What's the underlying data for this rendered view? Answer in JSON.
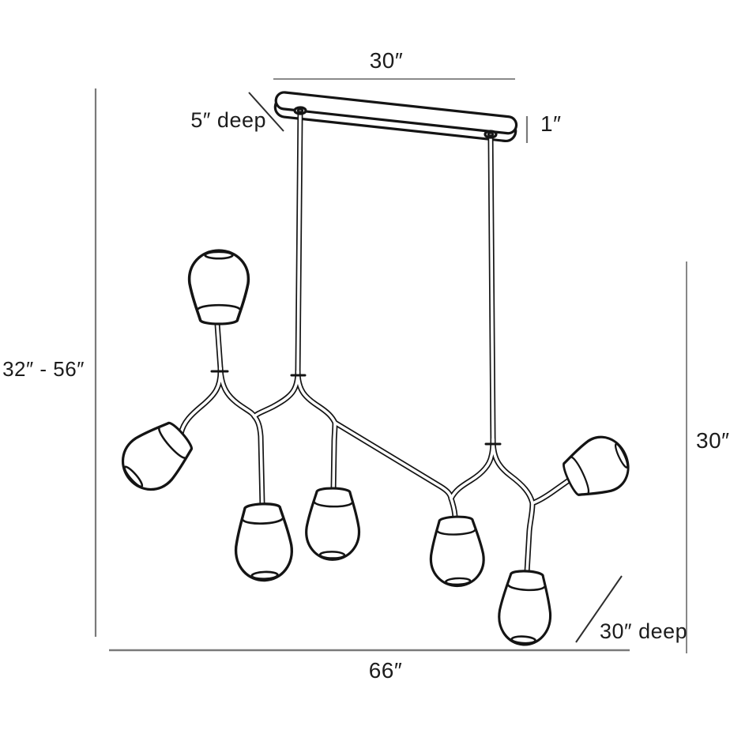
{
  "page": {
    "type": "product-dimension-diagram",
    "subject": "branching chandelier with oval canopy, two hang rods and seven teardrop glass shades"
  },
  "colors": {
    "background": "#ffffff",
    "fixture_line": "#141414",
    "dimension_line": "#7a7a7a",
    "leader_line": "#2e2e2e",
    "text": "#1c1c1c"
  },
  "dimensions": {
    "canopy_width": "30″",
    "canopy_depth": "5″ deep",
    "canopy_height": "1″",
    "overall_height_range": "32″ - 56″",
    "fixture_height": "30″",
    "fixture_depth": "30″ deep",
    "fixture_width": "66″"
  },
  "fixture": {
    "shade_count": 7
  }
}
